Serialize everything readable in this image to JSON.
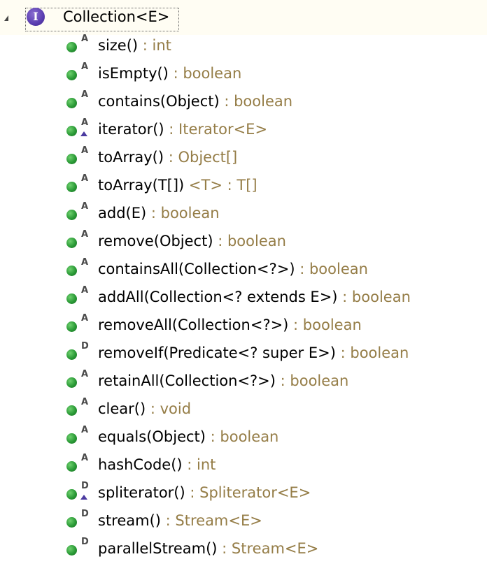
{
  "root": {
    "label": "Collection<E>",
    "icon": "interface-icon"
  },
  "colors": {
    "signature": "#000000",
    "return_type": "#957d47",
    "method_bullet": "#2a9a36",
    "interface_icon": "#5a3db0"
  },
  "methods": [
    {
      "signature": "size()",
      "type": " : int",
      "modifier": "A",
      "override": false
    },
    {
      "signature": "isEmpty()",
      "type": " : boolean",
      "modifier": "A",
      "override": false
    },
    {
      "signature": "contains(Object)",
      "type": " : boolean",
      "modifier": "A",
      "override": false
    },
    {
      "signature": "iterator()",
      "type": " : Iterator<E>",
      "modifier": "A",
      "override": true
    },
    {
      "signature": "toArray()",
      "type": " : Object[]",
      "modifier": "A",
      "override": false
    },
    {
      "signature": "toArray(T[])",
      "type": " <T> : T[]",
      "modifier": "A",
      "override": false
    },
    {
      "signature": "add(E)",
      "type": " : boolean",
      "modifier": "A",
      "override": false
    },
    {
      "signature": "remove(Object)",
      "type": " : boolean",
      "modifier": "A",
      "override": false
    },
    {
      "signature": "containsAll(Collection<?>)",
      "type": " : boolean",
      "modifier": "A",
      "override": false
    },
    {
      "signature": "addAll(Collection<? extends E>)",
      "type": " : boolean",
      "modifier": "A",
      "override": false
    },
    {
      "signature": "removeAll(Collection<?>)",
      "type": " : boolean",
      "modifier": "A",
      "override": false
    },
    {
      "signature": "removeIf(Predicate<? super E>)",
      "type": " : boolean",
      "modifier": "D",
      "override": false
    },
    {
      "signature": "retainAll(Collection<?>)",
      "type": " : boolean",
      "modifier": "A",
      "override": false
    },
    {
      "signature": "clear()",
      "type": " : void",
      "modifier": "A",
      "override": false
    },
    {
      "signature": "equals(Object)",
      "type": " : boolean",
      "modifier": "A",
      "override": false
    },
    {
      "signature": "hashCode()",
      "type": " : int",
      "modifier": "A",
      "override": false
    },
    {
      "signature": "spliterator()",
      "type": " : Spliterator<E>",
      "modifier": "D",
      "override": true
    },
    {
      "signature": "stream()",
      "type": " : Stream<E>",
      "modifier": "D",
      "override": false
    },
    {
      "signature": "parallelStream()",
      "type": " : Stream<E>",
      "modifier": "D",
      "override": false
    }
  ]
}
